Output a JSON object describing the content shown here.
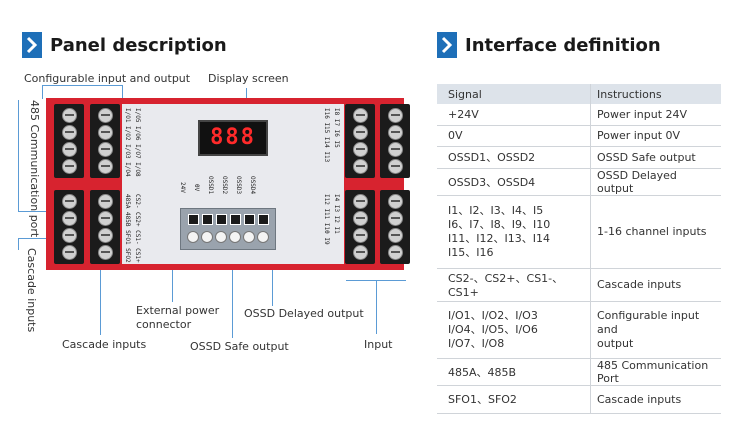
{
  "left_section": {
    "title": "Panel description",
    "labels": {
      "configurable": "Configurable input and output",
      "display": "Display screen",
      "comm": "485 Communication port",
      "cascade_side": "Cascade inputs",
      "cascade_bottom": "Cascade inputs",
      "external_power": "External power connector",
      "ossd_safe": "OSSD Safe output",
      "ossd_delayed": "OSSD Delayed output",
      "input": "Input"
    },
    "device": {
      "display_text": "888",
      "left_terms_top": "I/O1 I/O2 I/O3 I/O4",
      "left_terms_top2": "I/O5 I/O6 I/O7 I/O8",
      "left_terms_bottom": "485A 485B SFO1 SFO2",
      "left_terms_bottom2": "CS2- CS2+ CS1- CS1+",
      "right_terms_top": "I16 I15 I14 I13",
      "right_terms_top2": "I8 I7 I6 I5",
      "right_terms_bottom": "I12 I11 I10 I9",
      "right_terms_bottom2": "I4 I3 I2 I1",
      "block_labels": [
        "24V",
        "0V",
        "OSSD1",
        "OSSD2",
        "OSSD3",
        "OSSD4"
      ]
    }
  },
  "right_section": {
    "title": "Interface definition",
    "header": [
      "Signal",
      "Instructions"
    ],
    "rows": [
      {
        "signal": "+24V",
        "instruction": "Power input 24V"
      },
      {
        "signal": "0V",
        "instruction": "Power input  0V"
      },
      {
        "signal": "OSSD1、OSSD2",
        "instruction": "OSSD Safe output"
      },
      {
        "signal": "OSSD3、OSSD4",
        "instruction": "OSSD Delayed output"
      },
      {
        "signal": "I1、I2、I3、I4、I5\nI6、I7、I8、I9、I10\nI11、I12、I13、I14\nI15、I16",
        "instruction": "1-16 channel inputs"
      },
      {
        "signal": "CS2-、CS2+、CS1-、CS1+",
        "instruction": "Cascade inputs"
      },
      {
        "signal": "I/O1、I/O2、I/O3\nI/O4、I/O5、I/O6\nI/O7、I/O8",
        "instruction": "Configurable input and\noutput"
      },
      {
        "signal": "485A、485B",
        "instruction": "485 Communication Port"
      },
      {
        "signal": "SFO1、SFO2",
        "instruction": "Cascade inputs"
      }
    ]
  },
  "colors": {
    "accent": "#1e6fb8",
    "device_red": "#d7232f",
    "leader": "#5b9bd5",
    "table_header": "#dde3ea"
  }
}
